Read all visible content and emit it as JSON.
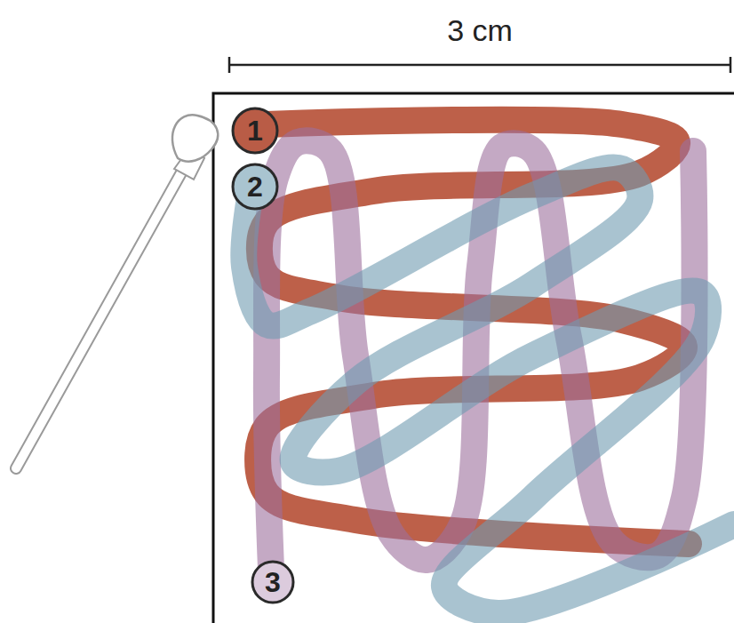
{
  "diagram": {
    "nodes": [
      {
        "text": [
          "1"
        ]
      },
      {
        "text": [
          "2"
        ]
      },
      {
        "text": [
          "3"
        ]
      }
    ],
    "labels": [
      "3 cm"
    ]
  }
}
